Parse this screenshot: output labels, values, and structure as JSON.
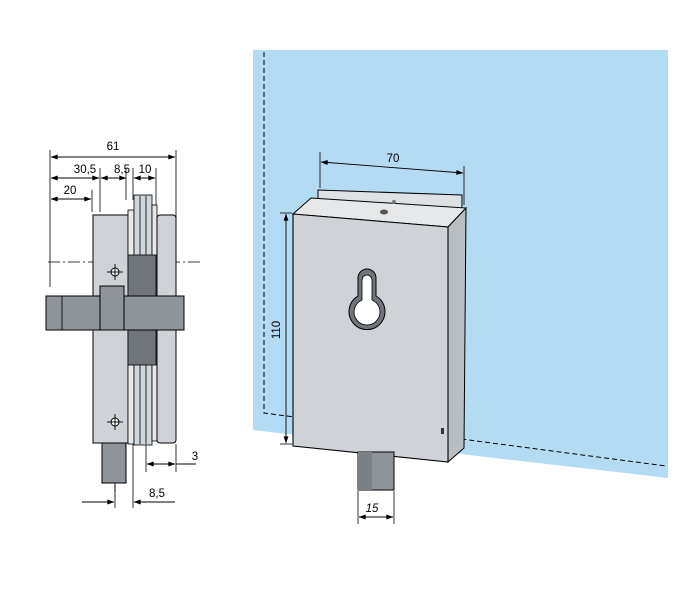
{
  "drawing": {
    "colors": {
      "glass": "#b3dcf4",
      "body_front": "#cfd3d7",
      "body_side": "#b9bec3",
      "body_top": "#e6e8ea",
      "dark_metal": "#6f757a",
      "cylinder": "#8e9499"
    },
    "side_view": {
      "dims": {
        "overall_width": "61",
        "dim_30_5": "30,5",
        "dim_8_5_top": "8,5",
        "dim_10": "10",
        "dim_20": "20",
        "dim_3": "3",
        "dim_8_5_bottom": "8,5"
      }
    },
    "front_view": {
      "dims": {
        "width": "70",
        "height": "110",
        "cylinder": "15"
      },
      "keyhole": "keyhole-slot"
    }
  }
}
